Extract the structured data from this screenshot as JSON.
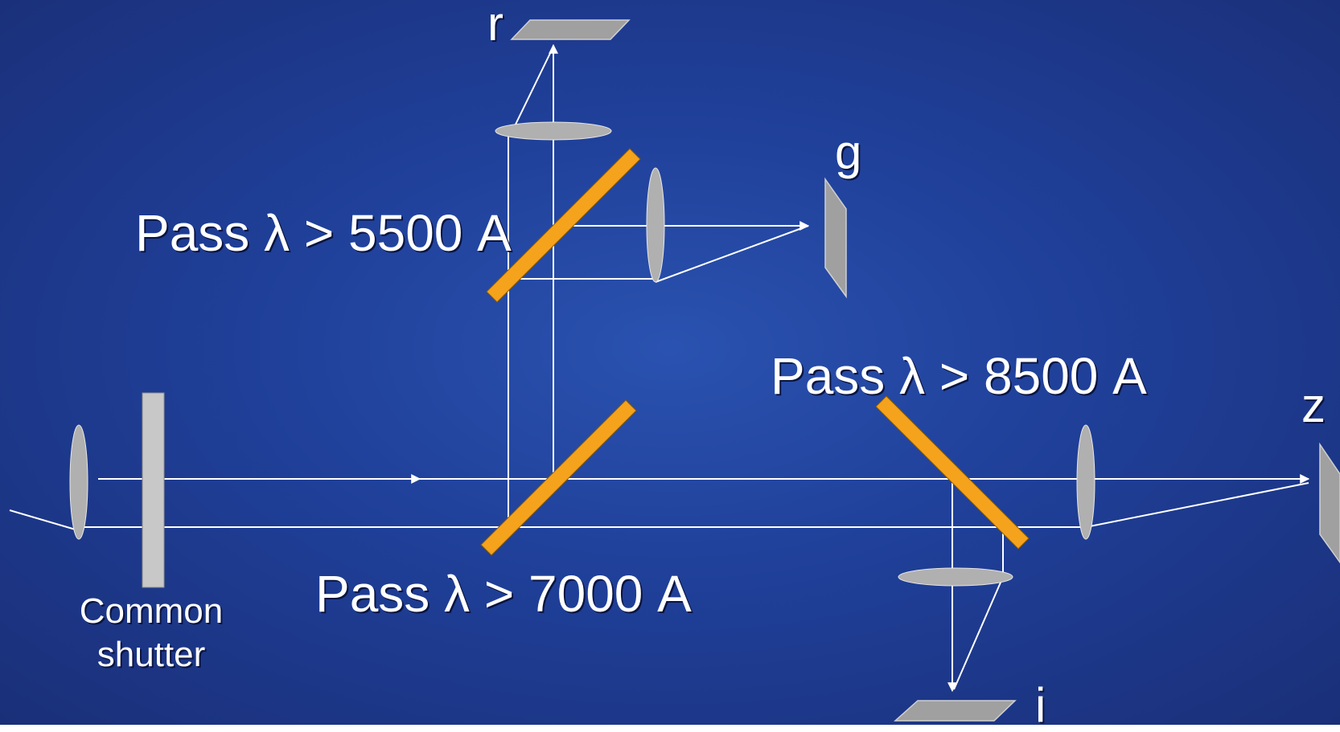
{
  "labels": {
    "filter_top": "Pass λ > 5500 A",
    "filter_bottom": "Pass λ > 7000 A",
    "filter_right": "Pass λ > 8500 A",
    "band_r": "r",
    "band_g": "g",
    "band_z": "z",
    "band_i": "i",
    "shutter_line1": "Common",
    "shutter_line2": "shutter"
  },
  "colors": {
    "dichroic": "#f5a21c",
    "optics": "#b0b0b0",
    "ray": "#ffffff"
  }
}
